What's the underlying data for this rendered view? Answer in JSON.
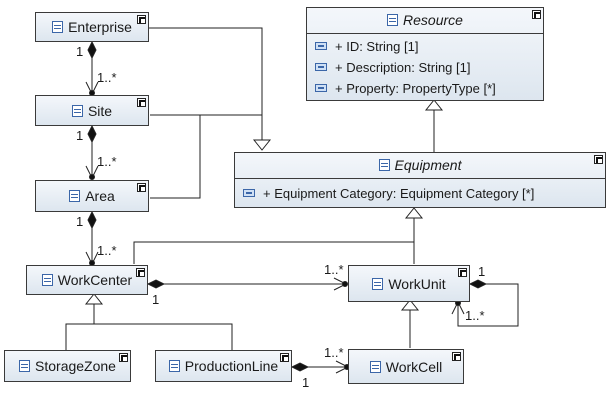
{
  "classes": {
    "enterprise": "Enterprise",
    "site": "Site",
    "area": "Area",
    "workcenter": "WorkCenter",
    "storagezone": "StorageZone",
    "productionline": "ProductionLine",
    "workunit": "WorkUnit",
    "workcell": "WorkCell",
    "resource": "Resource",
    "equipment": "Equipment"
  },
  "attributes": {
    "resource": [
      "+ ID: String [1]",
      "+ Description: String [1]",
      "+ Property: PropertyType [*]"
    ],
    "equipment": [
      "+ Equipment Category: Equipment Category [*]"
    ]
  },
  "multiplicities": {
    "enterprise_site_one": "1",
    "enterprise_site_many": "1..*",
    "site_area_one": "1",
    "site_area_many": "1..*",
    "area_workcenter_one": "1",
    "area_workcenter_many": "1..*",
    "workcenter_workunit_one": "1",
    "workcenter_workunit_many": "1..*",
    "workunit_self_one": "1",
    "workunit_self_many": "1..*",
    "productionline_workcell_one": "1",
    "productionline_workcell_many": "1..*"
  }
}
